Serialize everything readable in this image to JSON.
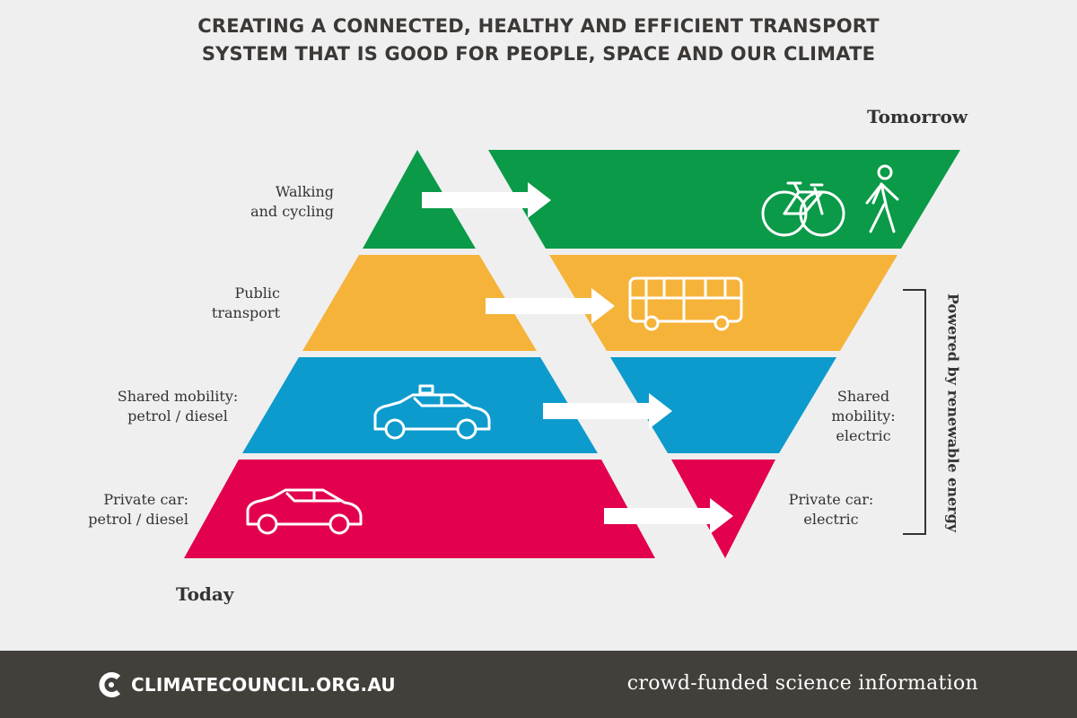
{
  "title": {
    "line1": "CREATING A CONNECTED, HEALTHY AND EFFICIENT TRANSPORT",
    "line2": "SYSTEM THAT IS GOOD FOR PEOPLE, SPACE AND OUR CLIMATE"
  },
  "tomorrow_label": "Tomorrow",
  "today_label": "Today",
  "levels": [
    {
      "left_line1": "Walking",
      "left_line2": "and cycling",
      "color": "#0a9a48"
    },
    {
      "left_line1": "Public",
      "left_line2": "transport",
      "color": "#f6b33a"
    },
    {
      "left_line1": "Shared mobility:",
      "left_line2": "petrol / diesel",
      "right_line1": "Shared",
      "right_line2": "mobility:",
      "right_line3": "electric",
      "color": "#0d9bcd"
    },
    {
      "left_line1": "Private car:",
      "left_line2": "petrol / diesel",
      "right_line1": "Private car:",
      "right_line2": "electric",
      "color": "#e2004f"
    }
  ],
  "bracket_label": "Powered by renewable energy",
  "icons": [
    "bicycle-icon",
    "pedestrian-icon",
    "bus-icon",
    "taxi-icon",
    "car-icon"
  ],
  "footer": {
    "logo_text": "CLIMATECOUNCIL.ORG.AU",
    "tagline": "crowd-funded science information"
  }
}
